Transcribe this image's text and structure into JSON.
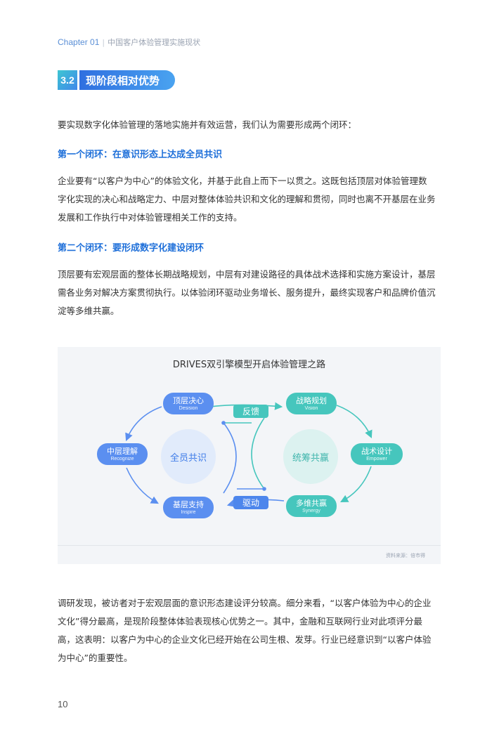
{
  "header": {
    "chapter": "Chapter 01",
    "separator": "|",
    "title": "中国客户体验管理实施现状"
  },
  "section": {
    "number": "3.2",
    "title": "现阶段相对优势"
  },
  "intro": "要实现数字化体验管理的落地实施并有效运营，我们认为需要形成两个闭环：",
  "loop1": {
    "heading": "第一个闭环：在意识形态上达成全员共识",
    "lines": [
      "企业要有“以客户为中心”的体验文化，并基于此自上而下一以贯之。这既包括顶层对体验管理数",
      "字化实现的决心和战略定力、中层对整体体验共识和文化的理解和贯彻，同时也离不开基层在业务",
      "发展和工作执行中对体验管理相关工作的支持。"
    ]
  },
  "loop2": {
    "heading": "第二个闭环：要形成数字化建设闭环",
    "lines": [
      "顶层要有宏观层面的整体长期战略规划，中层有对建设路径的具体战术选择和实施方案设计，基层",
      "需各业务对解决方案贯彻执行。以体验闭环驱动业务增长、服务提升，最终实现客户和品牌价值沉",
      "淀等多维共赢。"
    ]
  },
  "figure": {
    "title": "DRIVES双引擎模型开启体验管理之路",
    "left_center": "全员共识",
    "right_center": "统筹共赢",
    "feedback_label": "反馈",
    "drive_label": "驱动",
    "nodes": {
      "decision": {
        "cn": "顶层决心",
        "en": "Desision"
      },
      "recognize": {
        "cn": "中层理解",
        "en": "Recognize"
      },
      "inspire": {
        "cn": "基层支持",
        "en": "Inspire"
      },
      "vision": {
        "cn": "战略规划",
        "en": "Vision"
      },
      "empower": {
        "cn": "战术设计",
        "en": "Empower"
      },
      "synergy": {
        "cn": "多维共赢",
        "en": "Synergy"
      }
    },
    "source": "资料来源：倍市得",
    "colors": {
      "blue": "#5b8ff0",
      "teal": "#46c6bd"
    }
  },
  "conclusion": {
    "lines": [
      "调研发现，被访者对于宏观层面的意识形态建设评分较高。细分来看，“以客户体验为中心的企业",
      "文化”得分最高，是现阶段整体体验表现核心优势之一。其中，金融和互联网行业对此项评分最",
      "高，这表明：以客户为中心的企业文化已经开始在公司生根、发芽。行业已经意识到“以客户体验",
      "为中心”的重要性。"
    ]
  },
  "page_number": "10"
}
